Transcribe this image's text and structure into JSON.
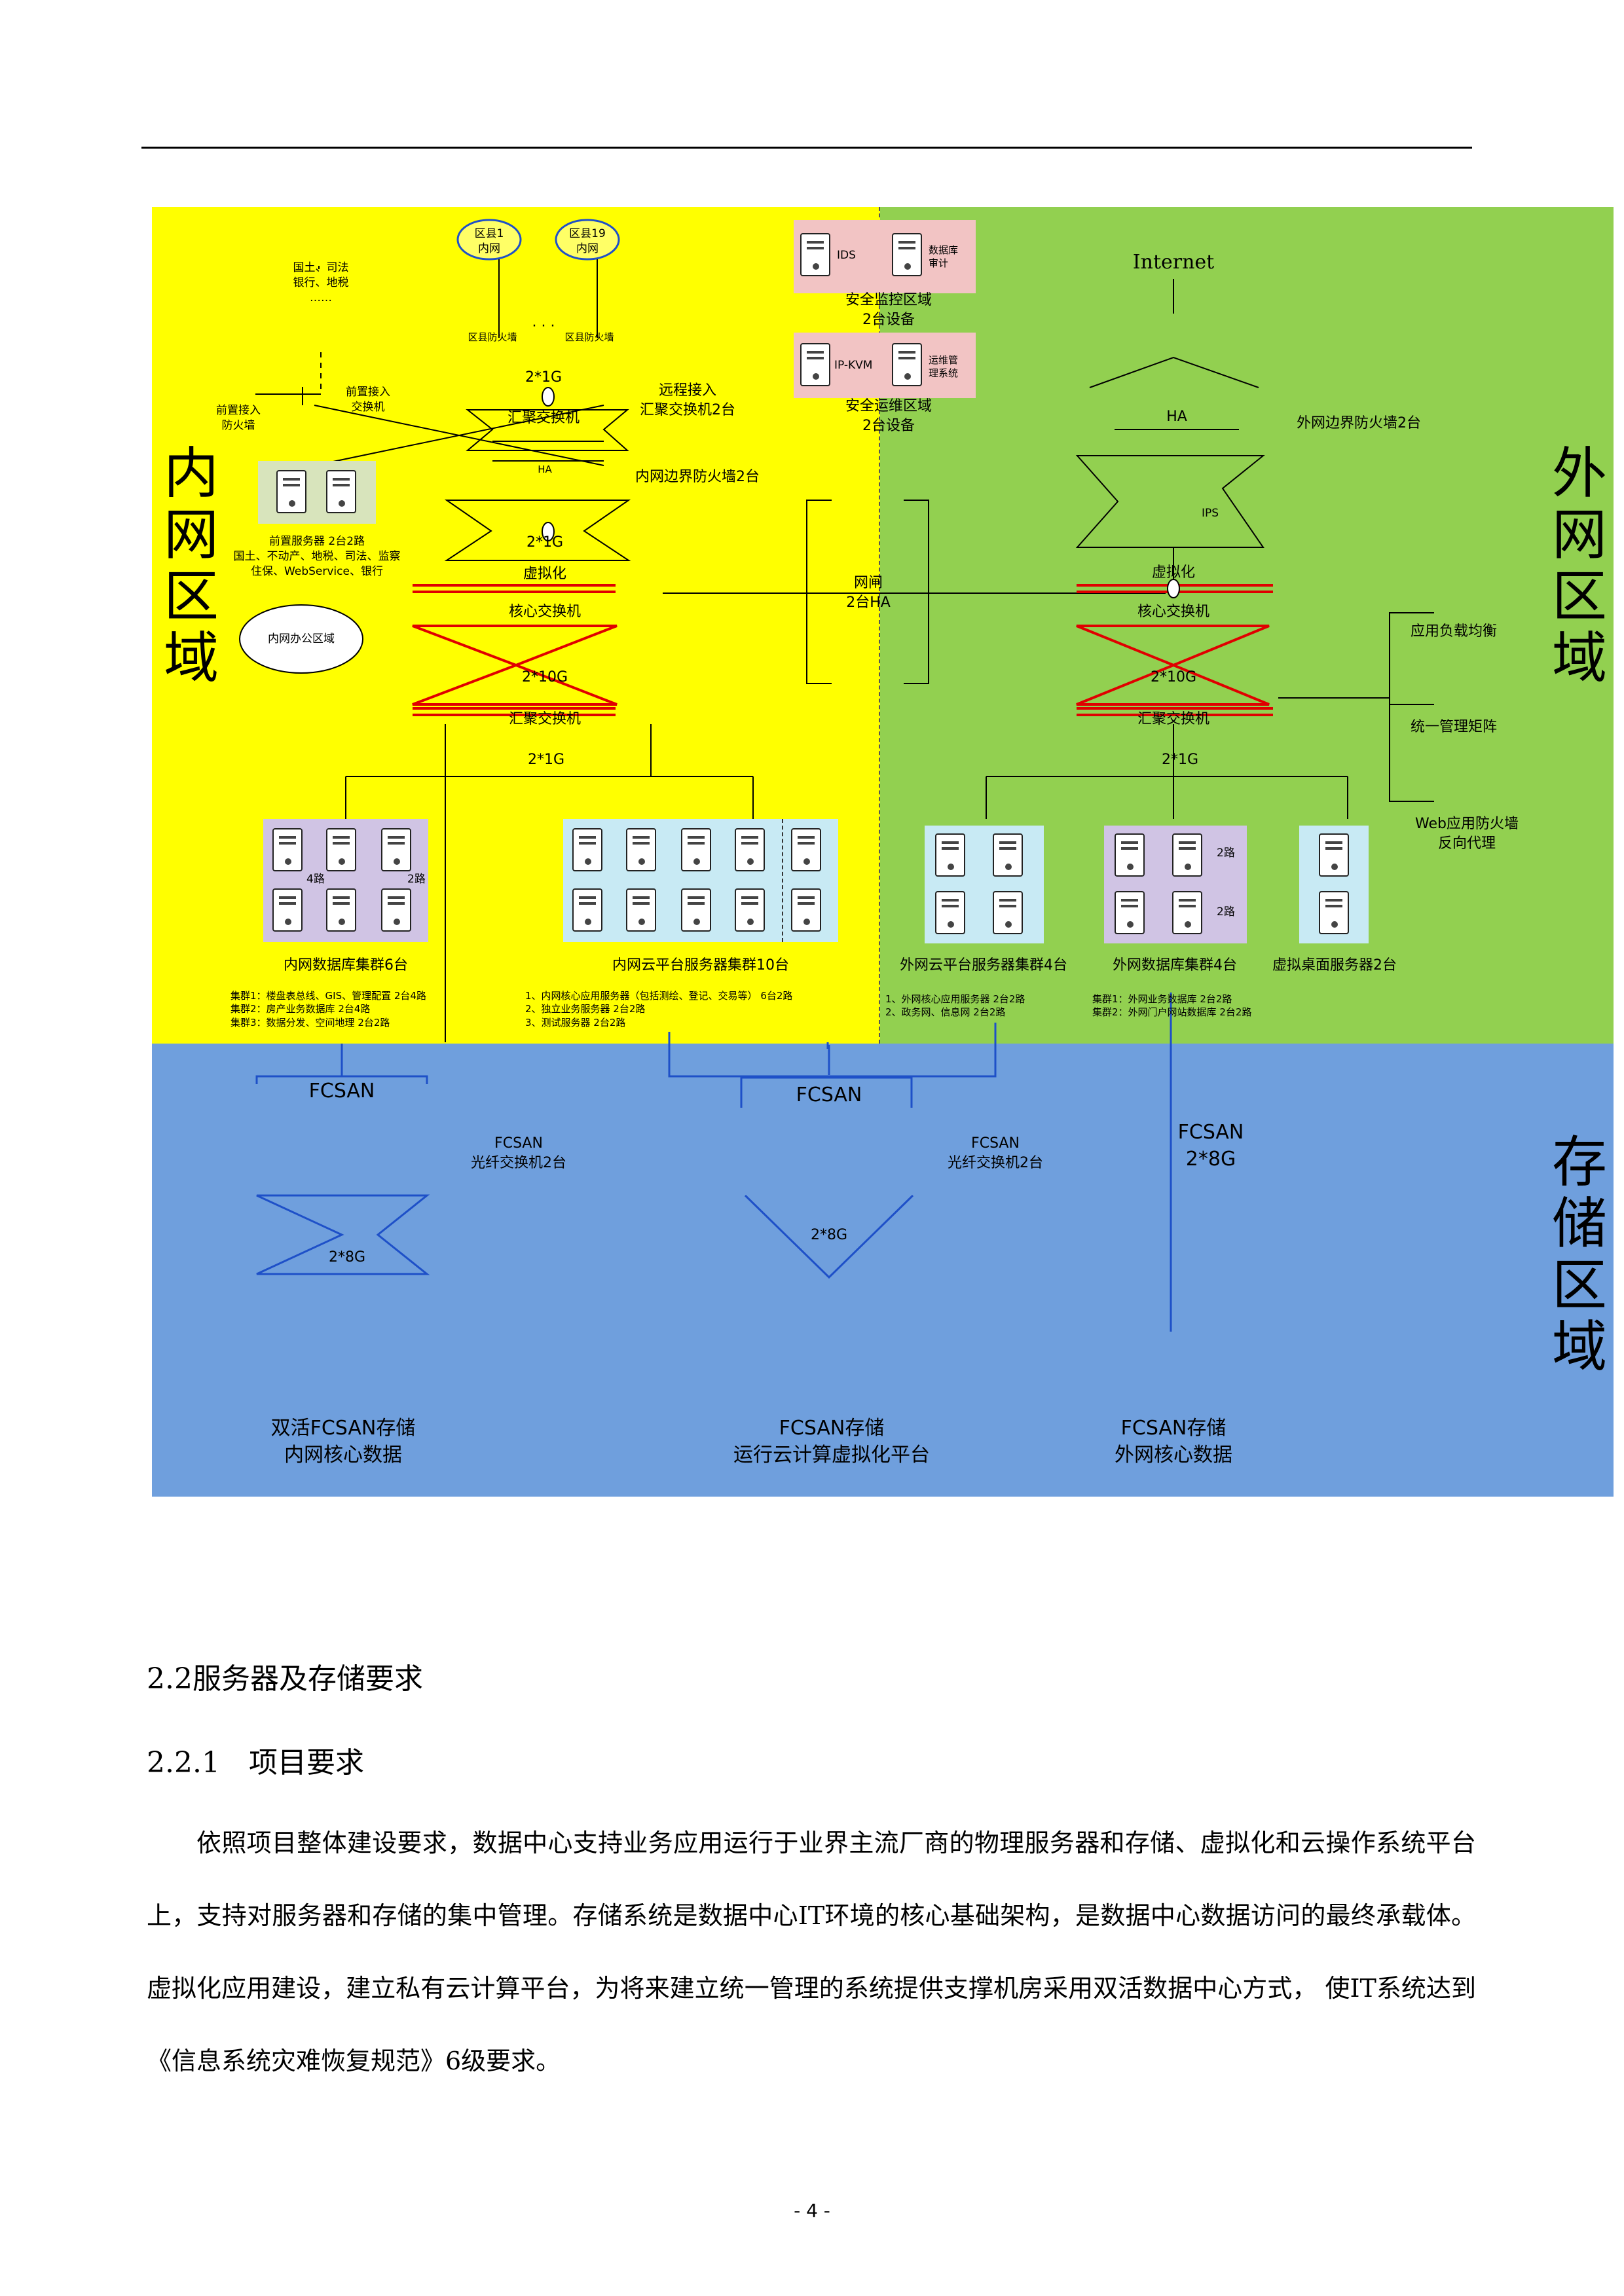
{
  "regions": {
    "inner": "内网区域",
    "outer": "外网区域",
    "storage": "存储区域"
  },
  "colors": {
    "inner": "#FFFF00",
    "outer": "#92D050",
    "storage": "#6F9FDD"
  },
  "inner": {
    "county1": [
      "区县1",
      "内网"
    ],
    "county19": [
      "区县19",
      "内网"
    ],
    "dots": "· · ·",
    "land": [
      "国土、司法",
      "银行、地税",
      "……"
    ],
    "fw_small_1": "区县防火墙",
    "fw_small_2": "区县防火墙",
    "front_fw": [
      "前置接入",
      "防火墙"
    ],
    "front_sw": [
      "前置接入",
      "交换机"
    ],
    "g1_top": "2*1G",
    "remote_access": [
      "远程接入",
      "汇聚交换机2台"
    ],
    "agg_switch_top": "汇聚交换机",
    "ha": "HA",
    "border_fw": "内网边界防火墙2台",
    "front_servers": [
      "前置服务器 2台2路",
      "国土、不动产、地税、司法、监察",
      "住保、WebService、银行"
    ],
    "g1_mid": "2*1G",
    "office_area": "内网办公区域",
    "virtualization": "虚拟化",
    "core_switch": "核心交换机",
    "g10": "2*10G",
    "agg_switch_bottom": "汇聚交换机",
    "g1_bottom": "2*1G",
    "db_cluster": "内网数据库集群6台",
    "label_4way": "4路",
    "label_2way": "2路",
    "db_notes": [
      "集群1：楼盘表总线、GIS、管理配置 2台4路",
      "集群2：房产业务数据库 2台4路",
      "集群3：数据分发、空间地理 2台2路"
    ],
    "cloud_cluster": "内网云平台服务器集群10台",
    "cloud_notes": [
      "1、内网核心应用服务器（包括测绘、登记、交易等） 6台2路",
      "2、独立业务服务器 2台2路",
      "3、测试服务器 2台2路"
    ]
  },
  "security": {
    "ids": "IDS",
    "db_audit": [
      "数据库",
      "审计"
    ],
    "monitor": [
      "安全监控区域",
      "2台设备"
    ],
    "ipkvm": "IP-KVM",
    "ops_sys": [
      "运维管",
      "理系统"
    ],
    "ops": [
      "安全运维区域",
      "2台设备"
    ]
  },
  "gap": [
    "网闸",
    "2台HA"
  ],
  "outer": {
    "internet": "Internet",
    "ha": "HA",
    "border_fw": "外网边界防火墙2台",
    "ips": "IPS",
    "virtualization": "虚拟化",
    "core_switch": "核心交换机",
    "g10": "2*10G",
    "agg_switch": "汇聚交换机",
    "g1": "2*1G",
    "lb": "应用负载均衡",
    "matrix": "统一管理矩阵",
    "waf": [
      "Web应用防火墙",
      "反向代理"
    ],
    "cloud_cluster": "外网云平台服务器集群4台",
    "db_cluster": "外网数据库集群4台",
    "desktop": "虚拟桌面服务器2台",
    "label_2way_a": "2路",
    "label_2way_b": "2路",
    "cloud_notes": [
      "1、外网核心应用服务器 2台2路",
      "2、政务网、信息网 2台2路"
    ],
    "db_notes": [
      "集群1：外网业务数据库 2台2路",
      "集群2：外网门户网站数据库 2台2路"
    ]
  },
  "storage": {
    "fcsan_left": "FCSAN",
    "fcsan_mid": "FCSAN",
    "fc_sw_left": [
      "FCSAN",
      "光纤交换机2台"
    ],
    "fc_sw_right": [
      "FCSAN",
      "光纤交换机2台"
    ],
    "fcsan_right": [
      "FCSAN",
      "2*8G"
    ],
    "g8_left": "2*8G",
    "g8_mid": "2*8G",
    "store_left": [
      "双活FCSAN存储",
      "内网核心数据"
    ],
    "store_mid": [
      "FCSAN存储",
      "运行云计算虚拟化平台"
    ],
    "store_right": [
      "FCSAN存储",
      "外网核心数据"
    ]
  },
  "doc": {
    "h2": "2.2服务器及存储要求",
    "h3": "2.2.1　项目要求",
    "para": "依照项目整体建设要求，数据中心支持业务应用运行于业界主流厂商的物理服务器和存储、虚拟化和云操作系统平台上，支持对服务器和存储的集中管理。存储系统是数据中心IT环境的核心基础架构，是数据中心数据访问的最终承载体。虚拟化应用建设，建立私有云计算平台，为将来建立统一管理的系统提供支撑机房采用双活数据中心方式， 使IT系统达到《信息系统灾难恢复规范》6级要求。",
    "page": "- 4 -"
  }
}
